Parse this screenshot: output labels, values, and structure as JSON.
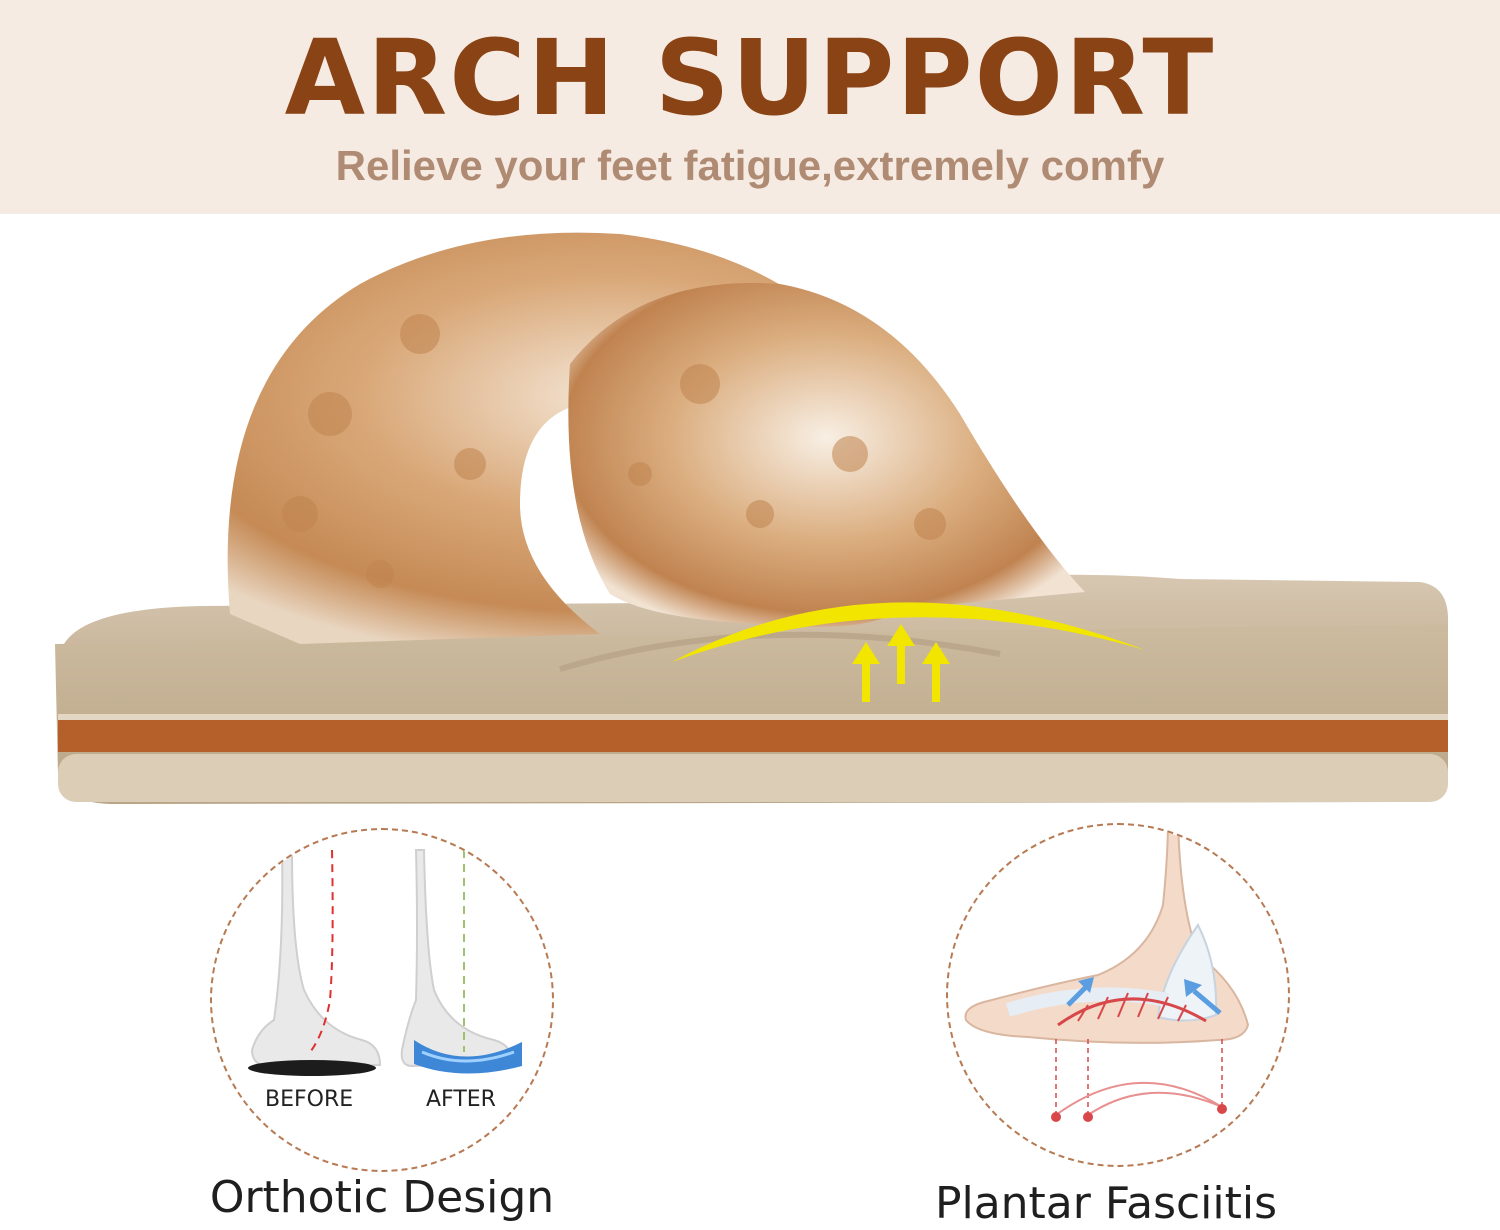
{
  "banner": {
    "headline": "ARCH SUPPORT",
    "subline": "Relieve your feet fatigue,extremely comfy",
    "background_color": "#f6ebe3",
    "headline_color": "#8a4314",
    "subline_color": "#b08b73"
  },
  "product": {
    "image": "fluffy-cross-band-slipper",
    "arch_highlight_color": "#f2e500",
    "sole_color": "#d8c9b4",
    "stripe_color": "#b5602a"
  },
  "features": [
    {
      "title": "Orthotic Design",
      "image": "before-after-heel-illustration",
      "labels": {
        "before": "BEFORE",
        "after": "AFTER"
      }
    },
    {
      "title": "Plantar Fasciitis",
      "image": "foot-arch-anatomy-illustration"
    }
  ]
}
